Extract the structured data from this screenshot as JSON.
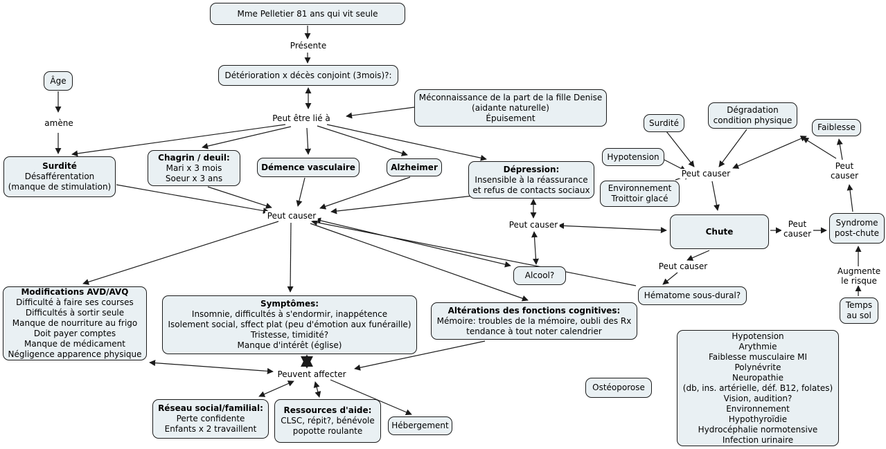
{
  "colors": {
    "background": "#ffffff",
    "node_fill": "#e9f0f3",
    "node_border": "#1b1b1b",
    "line": "#1b1b1b",
    "text": "#000000"
  },
  "nodes": {
    "patient": {
      "line1": "Mme Pelletier 81 ans qui vit seule"
    },
    "deterioration": {
      "line1": "Détérioration x décès conjoint (3mois)?:"
    },
    "age": {
      "line1": "Âge"
    },
    "meconnaissance": {
      "line1": "Méconnaissance de la part de la fille Denise",
      "line2": "(aidante naturelle)",
      "line3": "Épuisement"
    },
    "surdite_gauche": {
      "title": "Surdité",
      "line2": "Désafférentation",
      "line3": "(manque de stimulation)"
    },
    "chagrin": {
      "title": "Chagrin / deuil:",
      "line2": "Mari x 3 mois",
      "line3": "Soeur x 3 ans"
    },
    "demence": {
      "title": "Démence vasculaire"
    },
    "alzheimer": {
      "title": "Alzheimer"
    },
    "depression": {
      "title": "Dépression:",
      "line2": "Insensible à la réassurance",
      "line3": "et refus de contacts sociaux"
    },
    "surdite_droite": {
      "line1": "Surdité"
    },
    "hypotension": {
      "line1": "Hypotension"
    },
    "environnement": {
      "line1": "Environnement",
      "line2": "Troittoir glacé"
    },
    "degradation": {
      "line1": "Dégradation",
      "line2": "condition physique"
    },
    "faiblesse": {
      "line1": "Faiblesse"
    },
    "chute": {
      "title": "Chute"
    },
    "syndrome": {
      "line1": "Syndrome",
      "line2": "post-chute"
    },
    "temps_au_sol": {
      "line1": "Temps",
      "line2": "au sol"
    },
    "alcool": {
      "line1": "Alcool?"
    },
    "hematome": {
      "line1": "Hématome sous-dural?"
    },
    "modifications": {
      "title": "Modifications AVD/AVQ",
      "items": [
        "Difficulté à faire ses courses",
        "Difficultés à sortir seule",
        "Manque de nourriture au frigo",
        "Doit payer comptes",
        "Manque de médicament",
        "Négligence apparence physique"
      ]
    },
    "symptomes": {
      "title": "Symptômes:",
      "items": [
        "Insomnie, difficultés à s'endormir, inappétence",
        "Isolement social, sffect plat (peu d'émotion aux funéraille)",
        "Tristesse, timidité?",
        "Manque d'intérêt (église)"
      ]
    },
    "alterations": {
      "title": "Altérations des fonctions cognitives:",
      "items": [
        "Mémoire: troubles de la mémoire, oubli des Rx",
        "tendance à tout noter calendrier"
      ]
    },
    "reseau": {
      "title": "Réseau social/familial:",
      "items": [
        "Perte confidente",
        "Enfants x 2 travaillent"
      ]
    },
    "ressources": {
      "title": "Ressources d'aide:",
      "items": [
        "CLSC, répit?, bénévole",
        "popotte roulante"
      ]
    },
    "hebergement": {
      "line1": "Hébergement"
    },
    "osteoporose": {
      "line1": "Ostéoporose"
    },
    "facteurs": {
      "items": [
        "Hypotension",
        "Arythmie",
        "Faiblesse musculaire MI",
        "Polynévrite",
        "Neuropathie",
        "(db, ins. artérielle, déf. B12, folates)",
        "Vision, audition?",
        "Environnement",
        "Hypothyroïdie",
        "Hydrocéphalie normotensive",
        "Infection urinaire"
      ]
    }
  },
  "labels": {
    "presente": "Présente",
    "amene": "amène",
    "peut_etre_lie": "Peut être lié à",
    "peut_causer": "Peut causer",
    "peut": "Peut",
    "causer": "causer",
    "augmente_ligne1": "Augmente",
    "augmente_ligne2": "le risque",
    "peuvent_affecter": "Peuvent affecter"
  }
}
